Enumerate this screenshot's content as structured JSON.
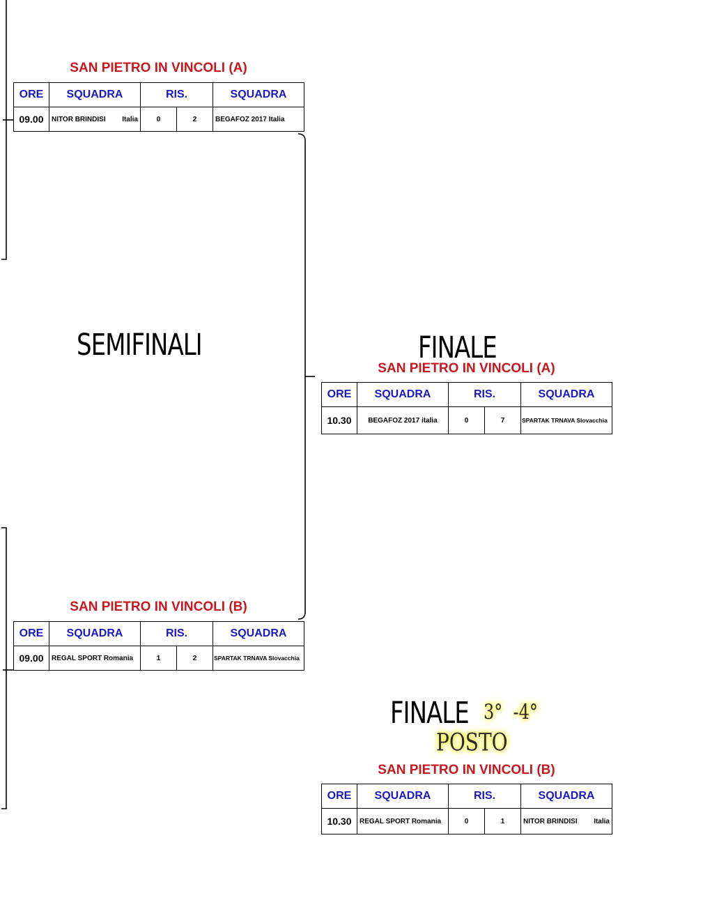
{
  "headers": {
    "time": "ORE",
    "team": "SQUADRA",
    "result": "RIS."
  },
  "stages": {
    "semifinal": "SEMIFINALI",
    "final": "FINALE",
    "third_place_prefix": "FINALE",
    "third_place_suffix": "3°  -4°",
    "third_place_line2": "POSTO"
  },
  "matches": {
    "semifinal_a": {
      "venue": "SAN PIETRO IN VINCOLI (A)",
      "time": "09.00",
      "home": "NITOR BRINDISI",
      "home_country": "Italia",
      "home_score": "0",
      "away_score": "2",
      "away": "BEGAFOZ 2017 Italia"
    },
    "semifinal_b": {
      "venue": "SAN PIETRO IN VINCOLI (B)",
      "time": "09.00",
      "home": "REGAL SPORT Romania",
      "home_score": "1",
      "away_score": "2",
      "away": "SPARTAK TRNAVA Slovacchia"
    },
    "final": {
      "venue": "SAN PIETRO IN VINCOLI (A)",
      "time": "10.30",
      "home": "BEGAFOZ 2017 italia",
      "home_score": "0",
      "away_score": "7",
      "away": "SPARTAK TRNAVA Slovacchia"
    },
    "third_place": {
      "venue": "SAN PIETRO IN VINCOLI (B)",
      "time": "10.30",
      "home": "REGAL SPORT Romania",
      "home_score": "0",
      "away_score": "1",
      "away": "NITOR BRINDISI",
      "away_country": "Italia"
    }
  },
  "colors": {
    "venue": "#c8171e",
    "header": "#1818c8",
    "highlight": "#f5ef33"
  }
}
